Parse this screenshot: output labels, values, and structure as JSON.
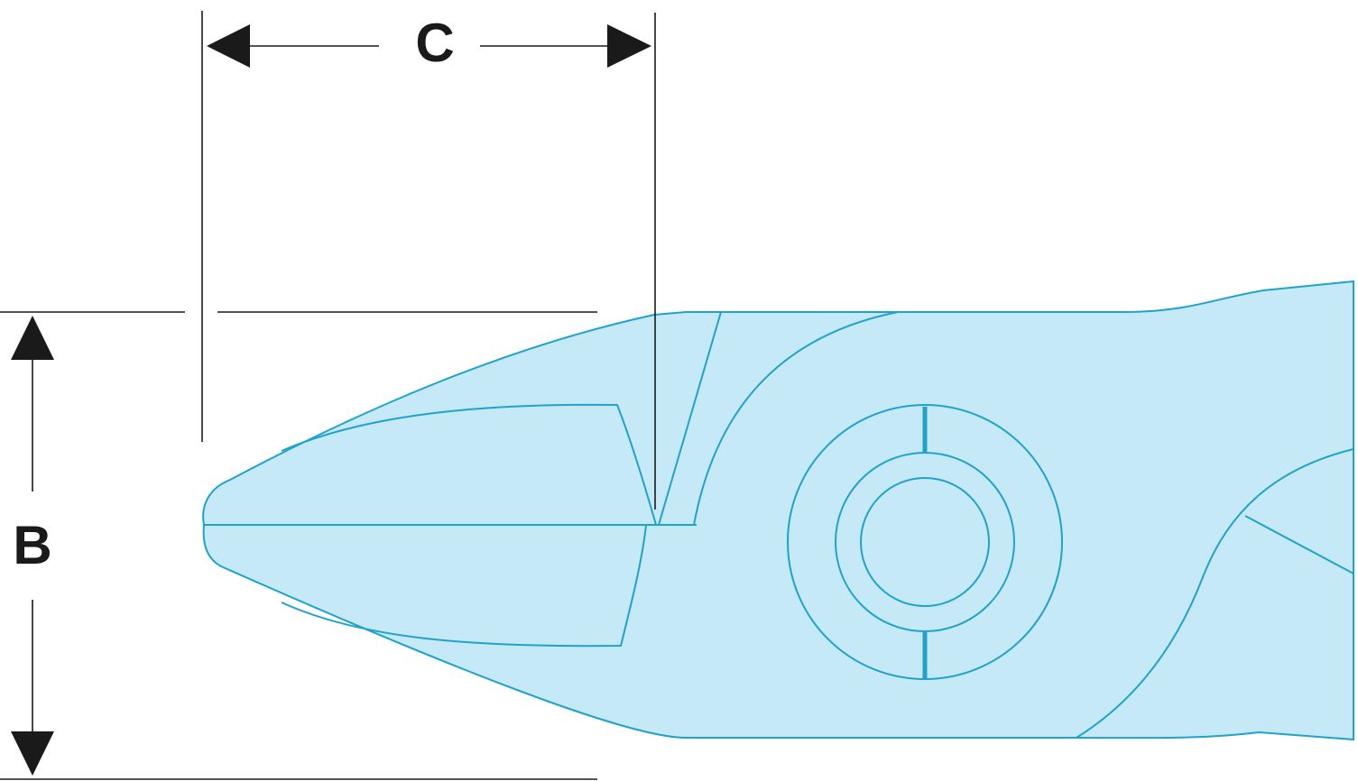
{
  "dimensions": {
    "c_label": "C",
    "b_label": "B"
  },
  "colors": {
    "tool_fill": "#c5e9f7",
    "tool_stroke": "#1fa3cc",
    "dimension": "#1a1a1a"
  },
  "icons": {
    "tool": "diagonal-cutter-head",
    "arrow": "dimension-arrowhead"
  }
}
